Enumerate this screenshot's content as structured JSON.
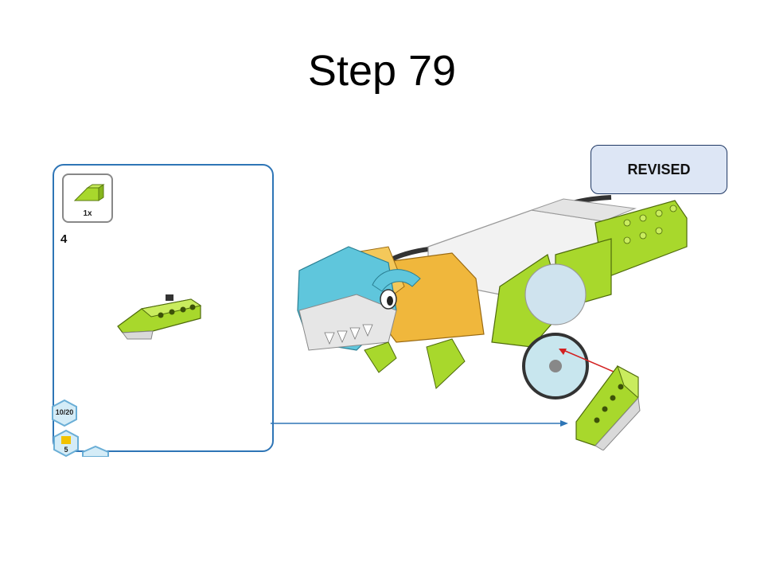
{
  "slide": {
    "title": "Step 79"
  },
  "callout": {
    "part_quantity": "1x",
    "substep_number": "4",
    "progress_badge": "10/20",
    "pieces_badge": "5"
  },
  "stamp": {
    "label": "REVISED"
  },
  "colors": {
    "callout_border": "#2e75b6",
    "lime_brick": "#a8d82c",
    "arrow_red": "#d32020",
    "stamp_fill": "#dde6f5"
  },
  "icons": {
    "slope_brick": "lime-slope-brick-icon",
    "robot": "lego-wedo-dinosaur-model"
  }
}
